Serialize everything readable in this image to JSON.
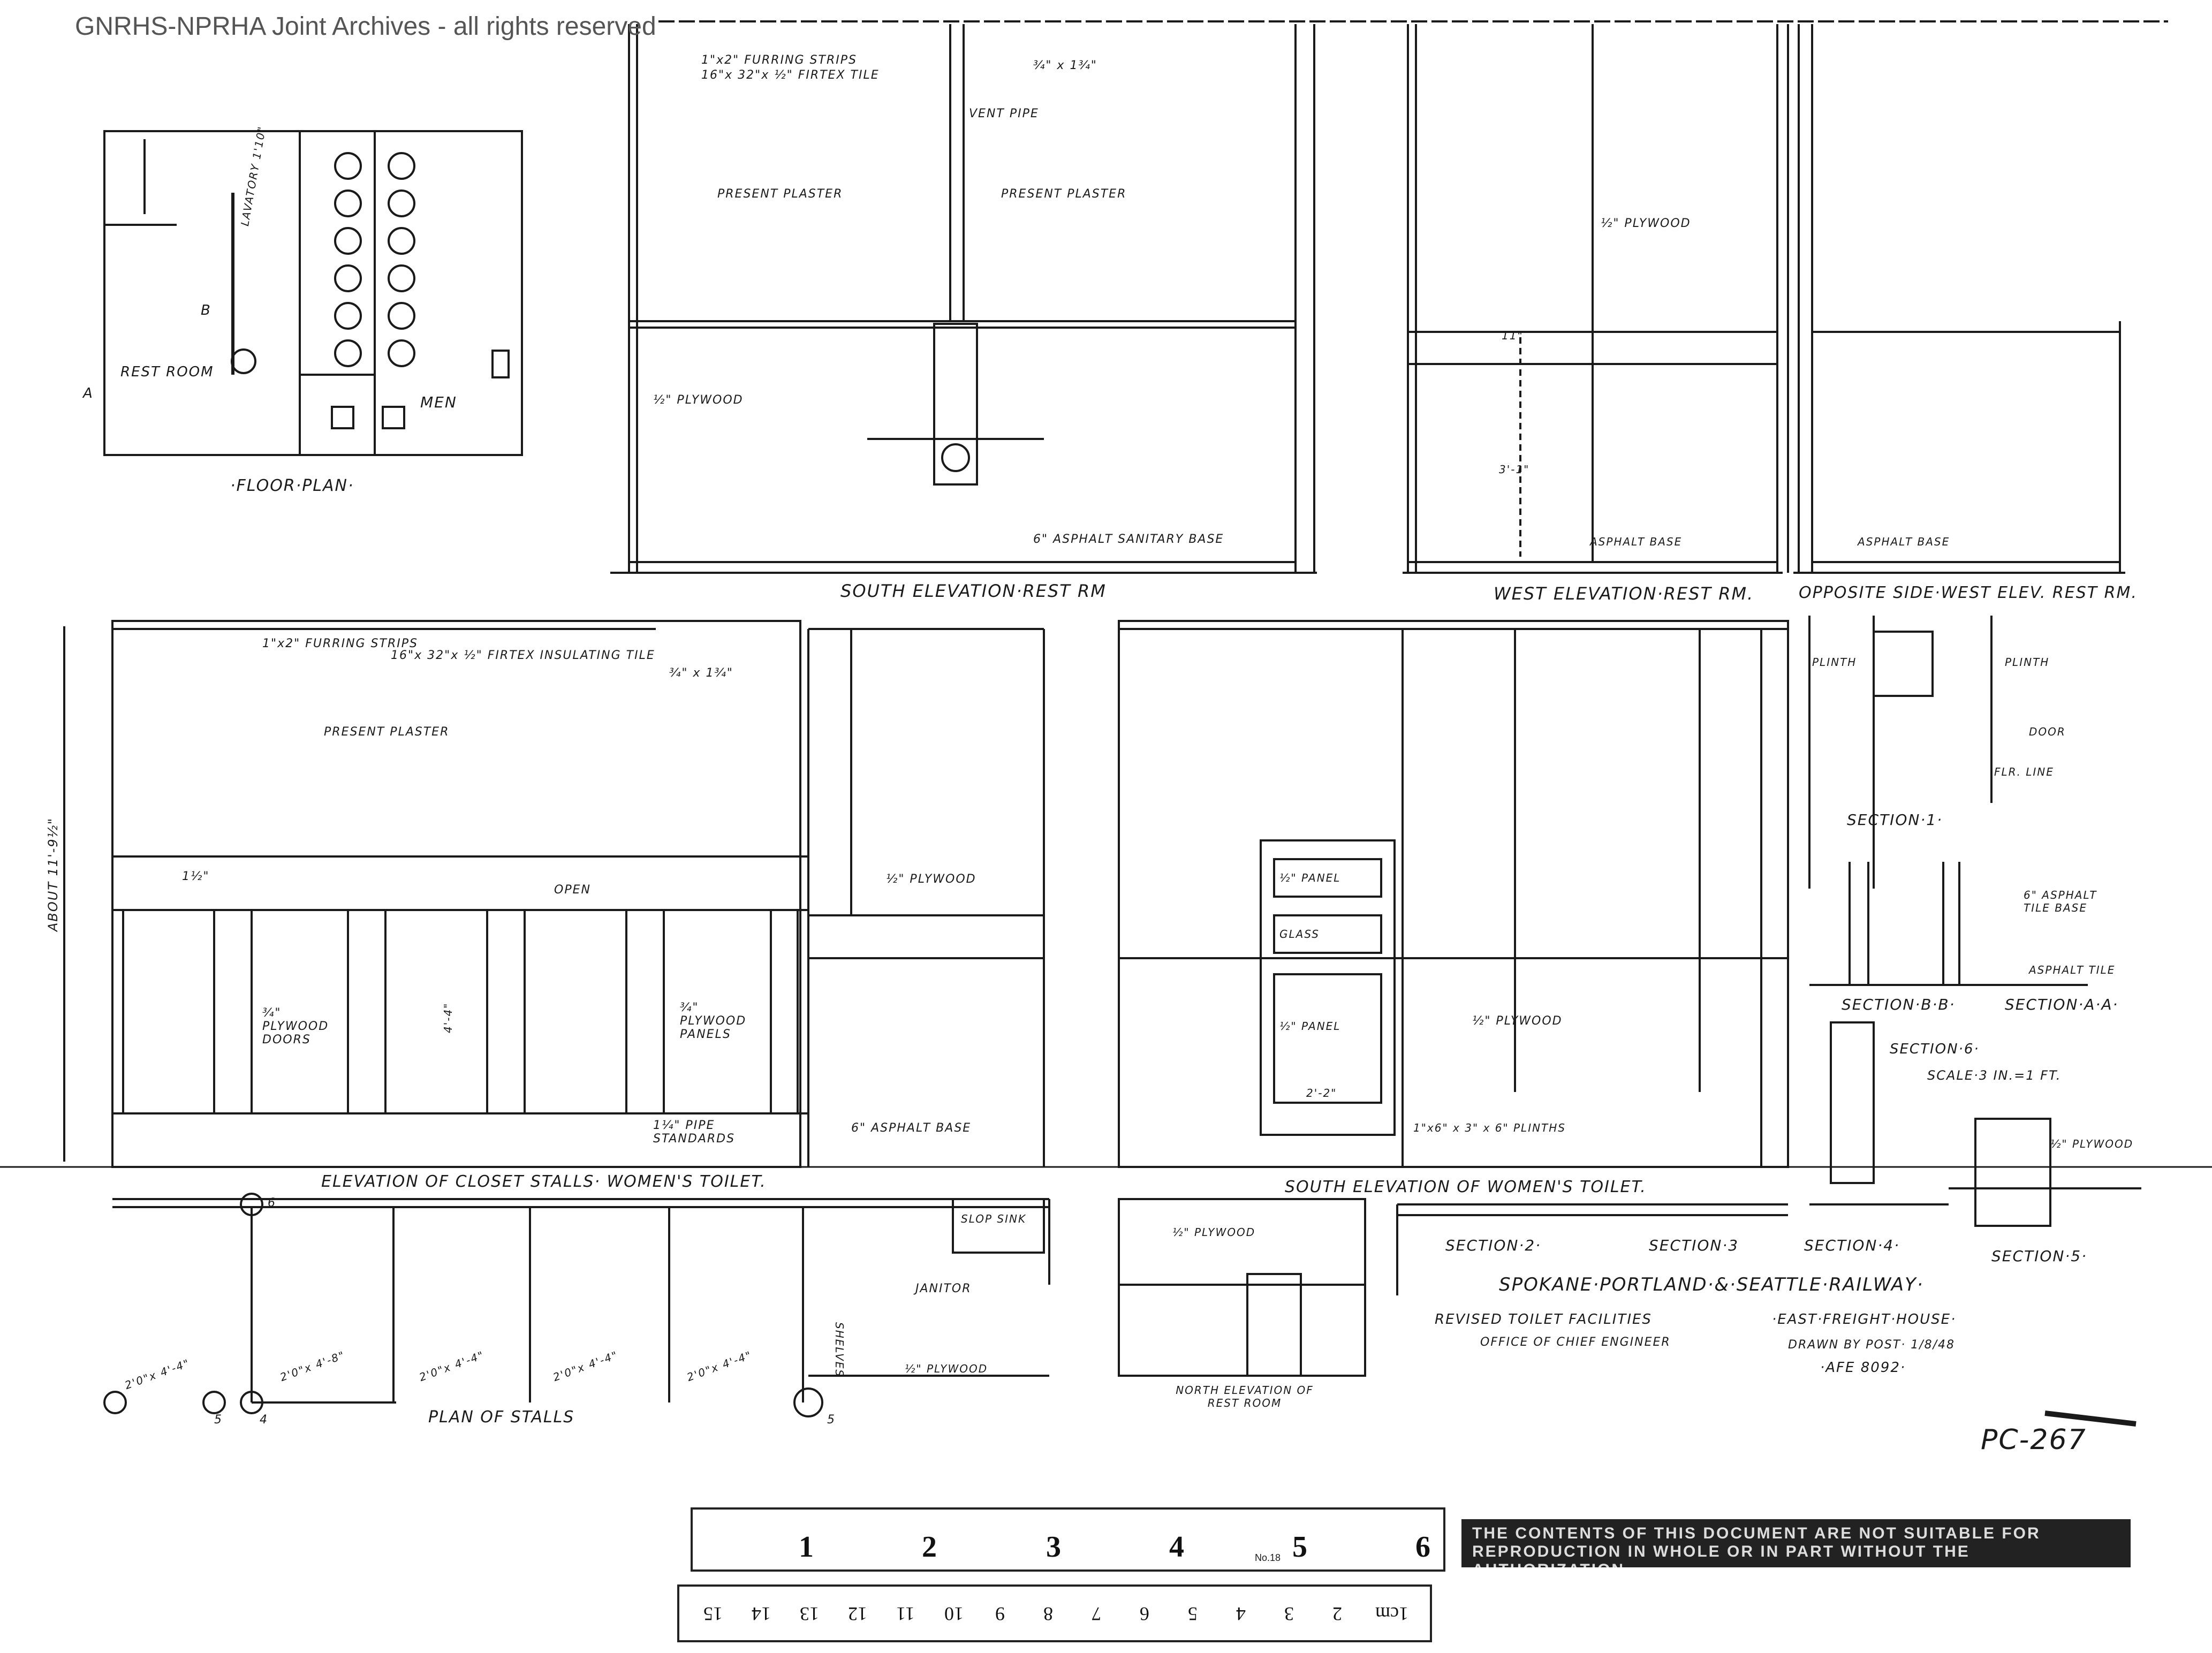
{
  "watermark": "GNRHS-NPRHA Joint Archives - all rights reserved",
  "floor_plan": {
    "title": "·FLOOR·PLAN·",
    "rest_room": "REST ROOM",
    "men": "MEN",
    "lavatory_note": "LAVATORY 1'10\"",
    "marker_a": "A",
    "marker_b": "B"
  },
  "south_elev_rest": {
    "title": "SOUTH ELEVATION·REST RM",
    "furring": "1\"x2\" FURRING STRIPS",
    "tile": "16\"x 32\"x ½\" FIRTEX TILE",
    "trim": "¾\" x 1¾\"",
    "vent": "VENT PIPE",
    "plaster1": "PRESENT     PLASTER",
    "plaster2": "PRESENT     PLASTER",
    "plywood": "½\" PLYWOOD",
    "base": "6\" ASPHALT SANITARY BASE"
  },
  "west_elev_rest": {
    "title": "WEST ELEVATION·REST RM.",
    "plywood": "½\" PLYWOOD",
    "base": "ASPHALT     BASE",
    "dim_11": "11\"",
    "dim_3": "3'-1\""
  },
  "opposite_elev": {
    "title": "OPPOSITE SIDE·WEST ELEV. REST RM.",
    "base": "ASPHALT     BASE"
  },
  "closet_elev": {
    "title": "ELEVATION OF CLOSET STALLS· WOMEN'S TOILET.",
    "furring": "1\"x2\" FURRING STRIPS",
    "tile": "16\"x 32\"x ½\" FIRTEX INSULATING TILE",
    "trim": "¾\" x 1¾\"",
    "plaster": "PRESENT     PLASTER",
    "about": "ABOUT 11'-9½\"",
    "open": "OPEN",
    "doors": "¾\" PLYWOOD DOORS",
    "panels": "¾\" PLYWOOD PANELS",
    "pipe": "1¼\" PIPE STANDARDS",
    "plywood": "½\" PLYWOOD",
    "base": "6\" ASPHALT BASE",
    "dim_44": "4'-4\"",
    "dim_1": "1½\""
  },
  "south_elev_women": {
    "title": "SOUTH ELEVATION OF WOMEN'S TOILET.",
    "panel1": "½\" PANEL",
    "glass": "GLASS",
    "panel2": "½\" PANEL",
    "plywood": "½\" PLYWOOD",
    "plinths": "1\"x6\" x 3\" x 6\" PLINTHS",
    "dim_22": "2'-2\""
  },
  "sections": {
    "s1": "SECTION·1·",
    "plinth1": "PLINTH",
    "plinth2": "PLINTH",
    "door": "DOOR",
    "flr": "FLR. LINE",
    "bb": "SECTION·B·B·",
    "aa": "SECTION·A·A·",
    "tile_base": "6\" ASPHALT TILE BASE",
    "asphalt_tile": "ASPHALT TILE",
    "s6": "SECTION·6·",
    "scale": "SCALE·3 IN.=1 FT.",
    "plywood": "½\" PLYWOOD",
    "s2": "SECTION·2·",
    "s3": "SECTION·3",
    "s4": "SECTION·4·",
    "s5": "SECTION·5·"
  },
  "plan_stalls": {
    "title": "PLAN OF STALLS",
    "slop": "SLOP SINK",
    "janitor": "JANITOR",
    "shelves": "SHELVES",
    "plywood": "½\" PLYWOOD",
    "dims": [
      "2'0\"x 4'-4\"",
      "2'0\"x 4'-8\"",
      "2'0\"x 4'-4\"",
      "2'0\"x 4'-4\"",
      "2'0\"x 4'-4\""
    ],
    "n6": "6",
    "n5a": "5",
    "n4": "4",
    "n5b": "5"
  },
  "north_elev": {
    "title": "NORTH ELEVATION OF REST ROOM",
    "plywood": "½\" PLYWOOD"
  },
  "title_block": {
    "railway": "SPOKANE·PORTLAND·&·SEATTLE·RAILWAY·",
    "project": "REVISED TOILET FACILITIES",
    "office": "OFFICE OF CHIEF ENGINEER",
    "location": "·EAST·FREIGHT·HOUSE·",
    "drawn": "DRAWN BY POST· 1/8/48",
    "afe": "·AFE 8092·",
    "sheet_no": "PC-267"
  },
  "ruler": {
    "inches": [
      "1",
      "2",
      "3",
      "4",
      "5",
      "6"
    ],
    "cm": [
      "1cm",
      "2",
      "3",
      "4",
      "5",
      "6",
      "7",
      "8",
      "9",
      "10",
      "11",
      "12",
      "13",
      "14",
      "15"
    ],
    "model": "No.18"
  },
  "stamp": {
    "text": "THE CONTENTS OF THIS DOCUMENT ARE NOT SUITABLE FOR REPRODUCTION IN WHOLE OR IN PART WITHOUT THE AUTHORIZATION"
  },
  "colors": {
    "ink": "#1a1a1a",
    "paper": "#ffffff"
  }
}
